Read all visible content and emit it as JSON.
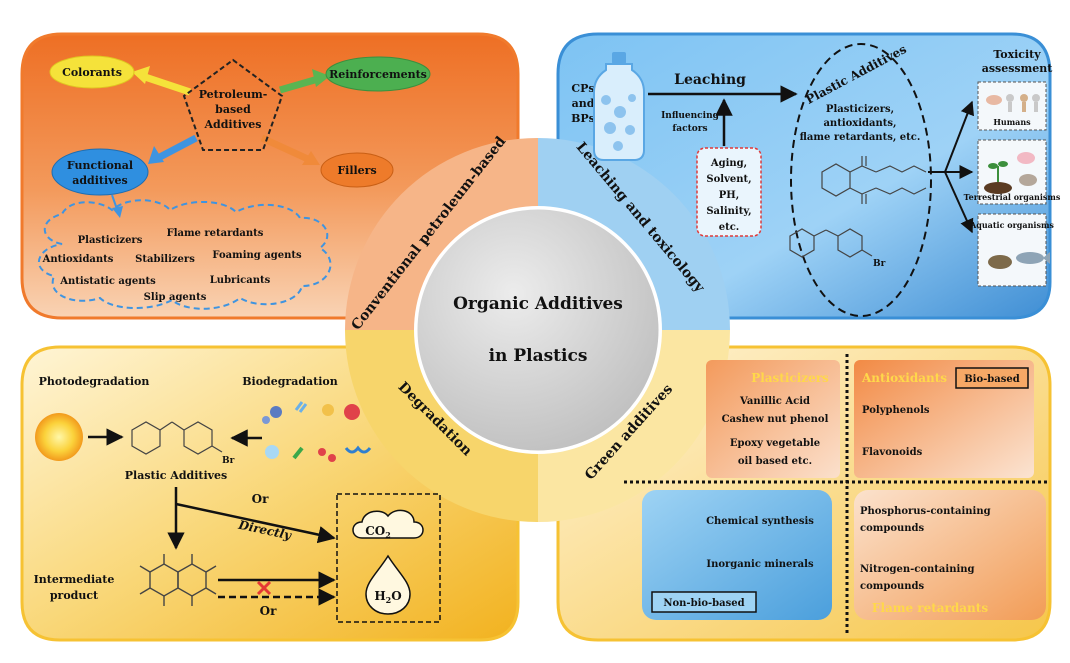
{
  "center": {
    "line1": "Organic Additives",
    "line2": "in Plastics"
  },
  "labels": {
    "conventional": "Conventional petroleum-based",
    "leaching": "Leaching and toxicology",
    "degradation": "Degradation",
    "green": "Green additives"
  },
  "conventional": {
    "pentagon": [
      "Petroleum-",
      "based",
      "Additives"
    ],
    "colorants": "Colorants",
    "reinforcements": "Reinforcements",
    "fillers": "Fillers",
    "functional": [
      "Functional",
      "additives"
    ],
    "items": {
      "plasticizers": "Plasticizers",
      "flame_retardants": "Flame retardants",
      "antioxidants": "Antioxidants",
      "stabilizers": "Stabilizers",
      "foaming_agents": "Foaming agents",
      "antistatic_agents": "Antistatic agents",
      "lubricants": "Lubricants",
      "slip_agents": "Slip agents"
    }
  },
  "leaching": {
    "cps": [
      "CPs",
      "and",
      "BPs"
    ],
    "leaching": "Leaching",
    "influencing": [
      "Influencing",
      "factors"
    ],
    "factors": [
      "Aging,",
      "Solvent,",
      "PH,",
      "Salinity,",
      "etc."
    ],
    "plastic_additives": "Plastic Additives",
    "examples": [
      "Plasticizers,",
      "antioxidants,",
      "flame retardants, etc."
    ],
    "toxicity": [
      "Toxicity",
      "assessment"
    ],
    "humans": "Humans",
    "terrestrial": "Terrestrial organisms",
    "aquatic": "Aquatic organisms",
    "br": "Br"
  },
  "degradation": {
    "photo": "Photodegradation",
    "bio": "Biodegradation",
    "plastic_additives": "Plastic Additives",
    "or": "Or",
    "directly": "Directly",
    "intermediate": [
      "Intermediate",
      "product"
    ],
    "or2": "Or",
    "co2": "CO",
    "co2_sub": "2",
    "h2o_h": "H",
    "h2o_sub": "2",
    "h2o_o": "O",
    "br": "Br"
  },
  "green": {
    "plasticizers": "Plasticizers",
    "plasticizer_items": [
      "Vanillic Acid",
      "Cashew nut phenol",
      "Epoxy vegetable",
      "oil based etc."
    ],
    "antioxidants": "Antioxidants",
    "bio_based": "Bio-based",
    "antioxidant_items": [
      "Polyphenols",
      "Flavonoids"
    ],
    "chemical": "Chemical synthesis",
    "inorganic": "Inorganic minerals",
    "non_bio": "Non-bio-based",
    "phosphorus": [
      "Phosphorus-containing",
      "compounds"
    ],
    "nitrogen": [
      "Nitrogen-containing",
      "compounds"
    ],
    "flame": "Flame retardants"
  },
  "colors": {
    "orange_panel": "#f07a2c",
    "blue_panel": "#3a8fd6",
    "yellow_panel": "#f6c233",
    "center_circle": "#d0d0d0",
    "green_node": "#4caf50",
    "yellow_node": "#f5e23a",
    "blue_node": "#2f8fe0",
    "orange_node": "#ee7b2a"
  }
}
